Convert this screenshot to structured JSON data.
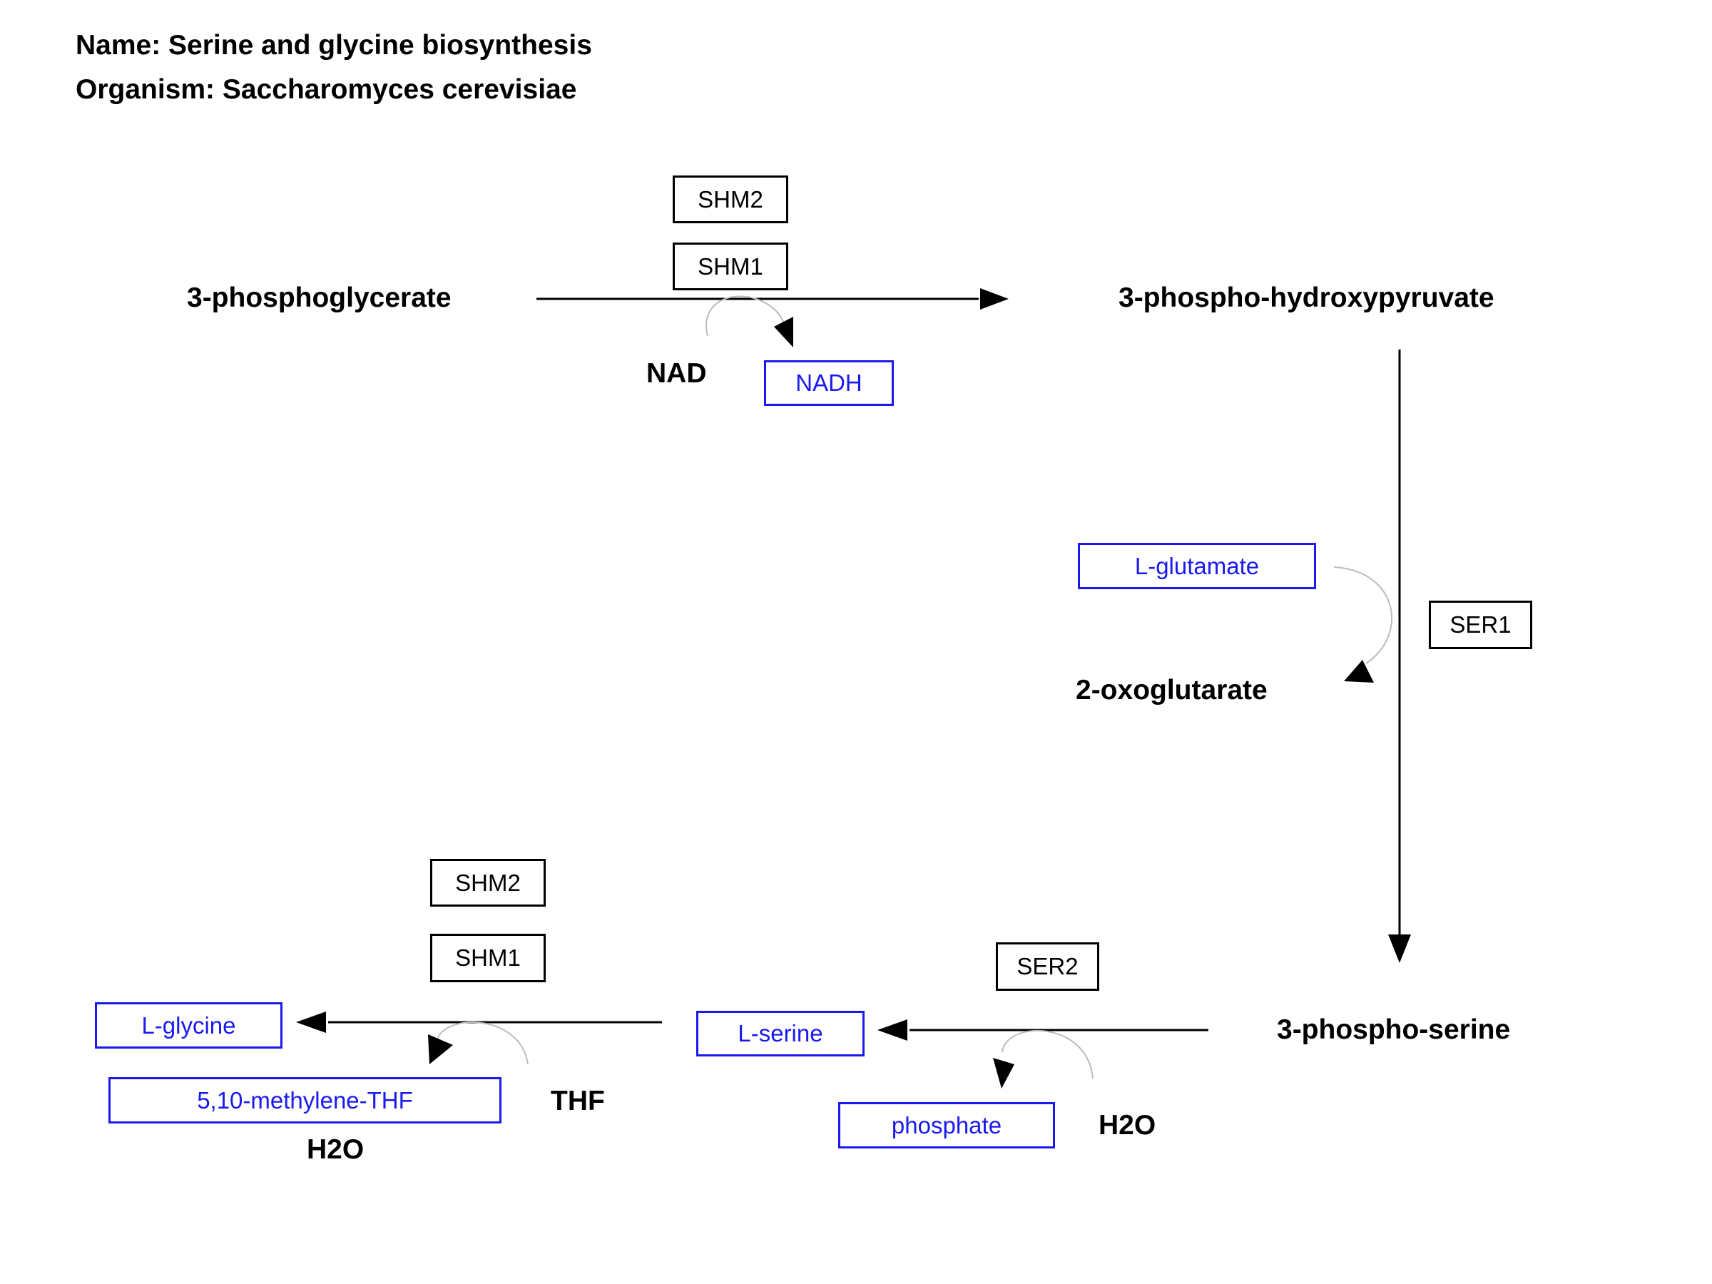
{
  "header": {
    "name_line": "Name: Serine and glycine biosynthesis",
    "organism_line": "Organism: Saccharomyces cerevisiae"
  },
  "metabolites": {
    "phosphoglycerate": "3-phosphoglycerate",
    "hydroxypyruvate": "3-phospho-hydroxypyruvate",
    "nad": "NAD",
    "oxoglutarate": "2-oxoglutarate",
    "phosphoserine": "3-phospho-serine",
    "h2o_ser2": "H2O",
    "thf": "THF",
    "h2o_shm": "H2O"
  },
  "highlighted": {
    "nadh": "NADH",
    "glutamate": "L-glutamate",
    "serine": "L-serine",
    "phosphate": "phosphate",
    "glycine": "L-glycine",
    "methylene_thf": "5,10-methylene-THF"
  },
  "genes": {
    "shm2_top": "SHM2",
    "shm1_top": "SHM1",
    "ser1": "SER1",
    "ser2": "SER2",
    "shm2_bottom": "SHM2",
    "shm1_bottom": "SHM1"
  },
  "colors": {
    "highlight": "#1a1aee",
    "default": "#000000"
  }
}
